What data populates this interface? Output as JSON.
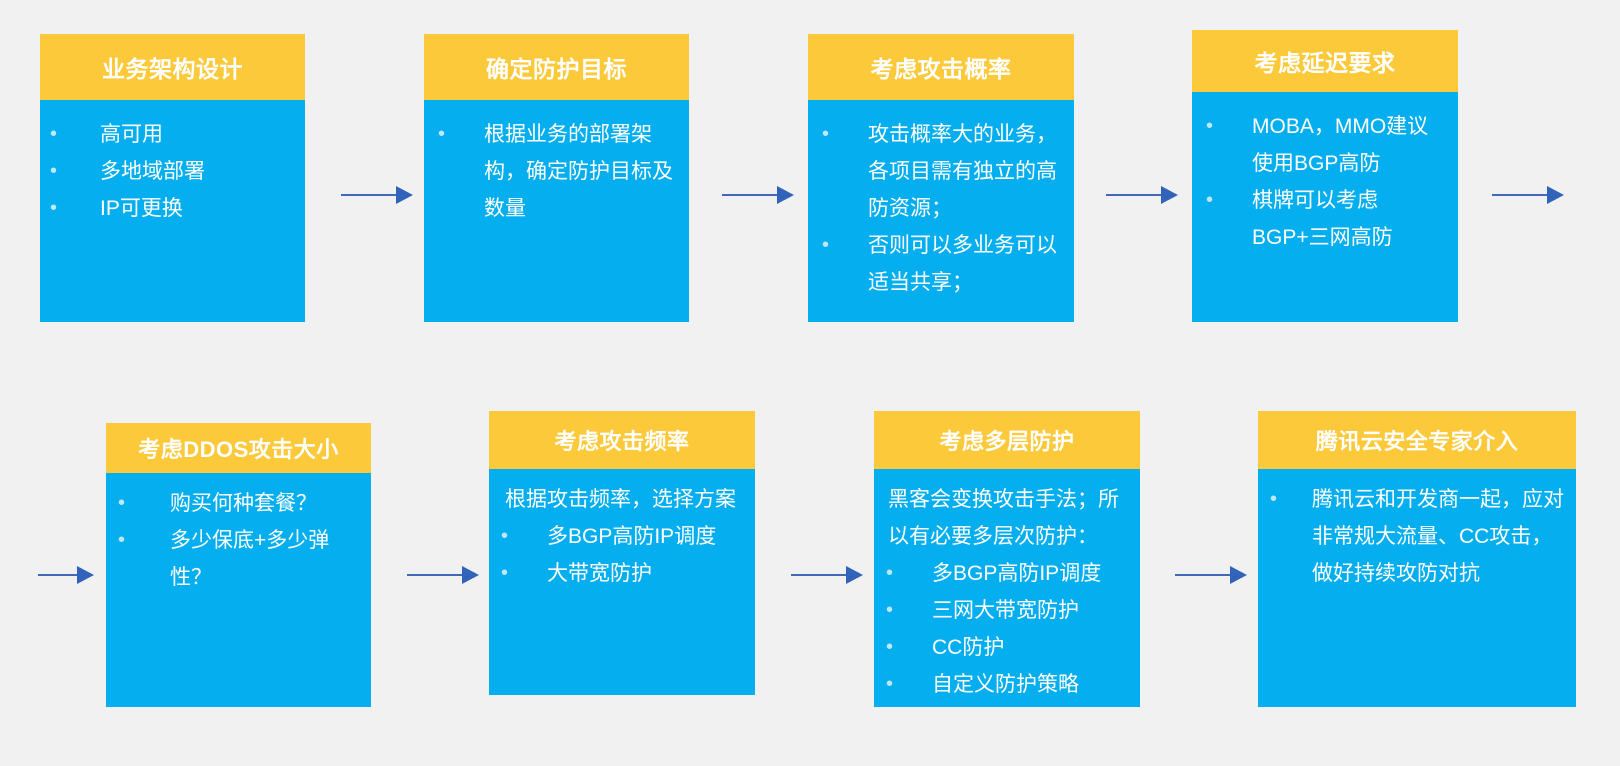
{
  "theme": {
    "background": "#f1f1f1",
    "header_color": "#fcc93a",
    "body_color": "#05aeef",
    "text_color": "#ffffff",
    "arrow_color": "#3263bb",
    "bullet_glyph": "•"
  },
  "diagram": {
    "type": "flowchart",
    "orientation": "left-to-right, two rows",
    "step_count": 8
  },
  "cards": [
    {
      "id": "card1",
      "title": "业务架构设计",
      "lead": "",
      "bullets": [
        "高可用",
        "多地域部署",
        "IP可更换"
      ]
    },
    {
      "id": "card2",
      "title": "确定防护目标",
      "lead": "",
      "bullets": [
        "根据业务的部署架构，确定防护目标及数量"
      ]
    },
    {
      "id": "card3",
      "title": "考虑攻击概率",
      "lead": "",
      "bullets": [
        "攻击概率大的业务，各项目需有独立的高防资源；",
        "否则可以多业务可以适当共享；"
      ]
    },
    {
      "id": "card4",
      "title": "考虑延迟要求",
      "lead": "",
      "bullets": [
        "MOBA，MMO建议使用BGP高防",
        "棋牌可以考虑BGP+三网高防"
      ]
    },
    {
      "id": "card5",
      "title": "考虑DDOS攻击大小",
      "lead": "",
      "bullets": [
        "购买何种套餐？",
        "多少保底+多少弹性？"
      ]
    },
    {
      "id": "card6",
      "title": "考虑攻击频率",
      "lead": "根据攻击频率，选择方案",
      "bullets": [
        "多BGP高防IP调度",
        "大带宽防护"
      ]
    },
    {
      "id": "card7",
      "title": "考虑多层防护",
      "lead": "黑客会变换攻击手法；所以有必要多层次防护：",
      "bullets": [
        "多BGP高防IP调度",
        "三网大带宽防护",
        "CC防护",
        "自定义防护策略"
      ]
    },
    {
      "id": "card8",
      "title": "腾讯云安全专家介入",
      "lead": "",
      "bullets": [
        "腾讯云和开发商一起，应对非常规大流量、CC攻击，做好持续攻防对抗"
      ]
    }
  ],
  "arrows": [
    {
      "name": "arrow-1-to-2",
      "from": "card1",
      "to": "card2"
    },
    {
      "name": "arrow-2-to-3",
      "from": "card2",
      "to": "card3"
    },
    {
      "name": "arrow-3-to-4",
      "from": "card3",
      "to": "card4"
    },
    {
      "name": "arrow-row1-wrap-out",
      "from": "card4",
      "to": "row-2"
    },
    {
      "name": "arrow-row2-wrap-in",
      "from": "row-1",
      "to": "card5"
    },
    {
      "name": "arrow-5-to-6",
      "from": "card5",
      "to": "card6"
    },
    {
      "name": "arrow-6-to-7",
      "from": "card6",
      "to": "card7"
    },
    {
      "name": "arrow-7-to-8",
      "from": "card7",
      "to": "card8"
    }
  ]
}
